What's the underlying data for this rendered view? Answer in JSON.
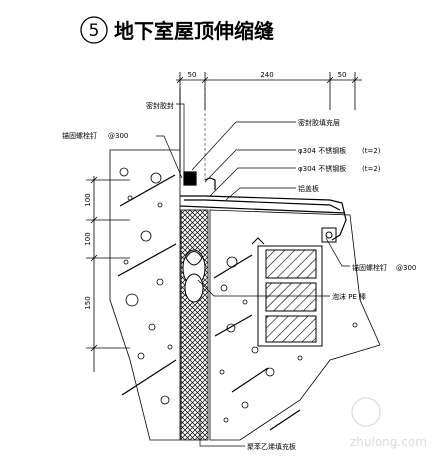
{
  "title": {
    "number": "5",
    "text": "地下室屋顶伸缩缝"
  },
  "dimensions": {
    "top": [
      "50",
      "240",
      "50"
    ],
    "left": [
      "100",
      "100",
      "150"
    ]
  },
  "annotations": {
    "sealant_top": "密封胶封",
    "bolt_top_label": "锚固螺栓钉",
    "bolt_top_spacing": "@300",
    "sealant_right": "密封胶填充层",
    "plate1": "φ304 不锈钢板",
    "plate1_thk": "(t=2)",
    "plate2": "φ304 不锈钢板",
    "plate2_thk": "(t=2)",
    "cover": "铝盖板",
    "bolt_bottom_label": "锚固螺栓钉",
    "bolt_bottom_spacing": "@300",
    "pe_rod": "泡沫 PE 棒",
    "filler_board": "聚苯乙烯填充板"
  },
  "watermark": {
    "text": "zhulong.com"
  }
}
